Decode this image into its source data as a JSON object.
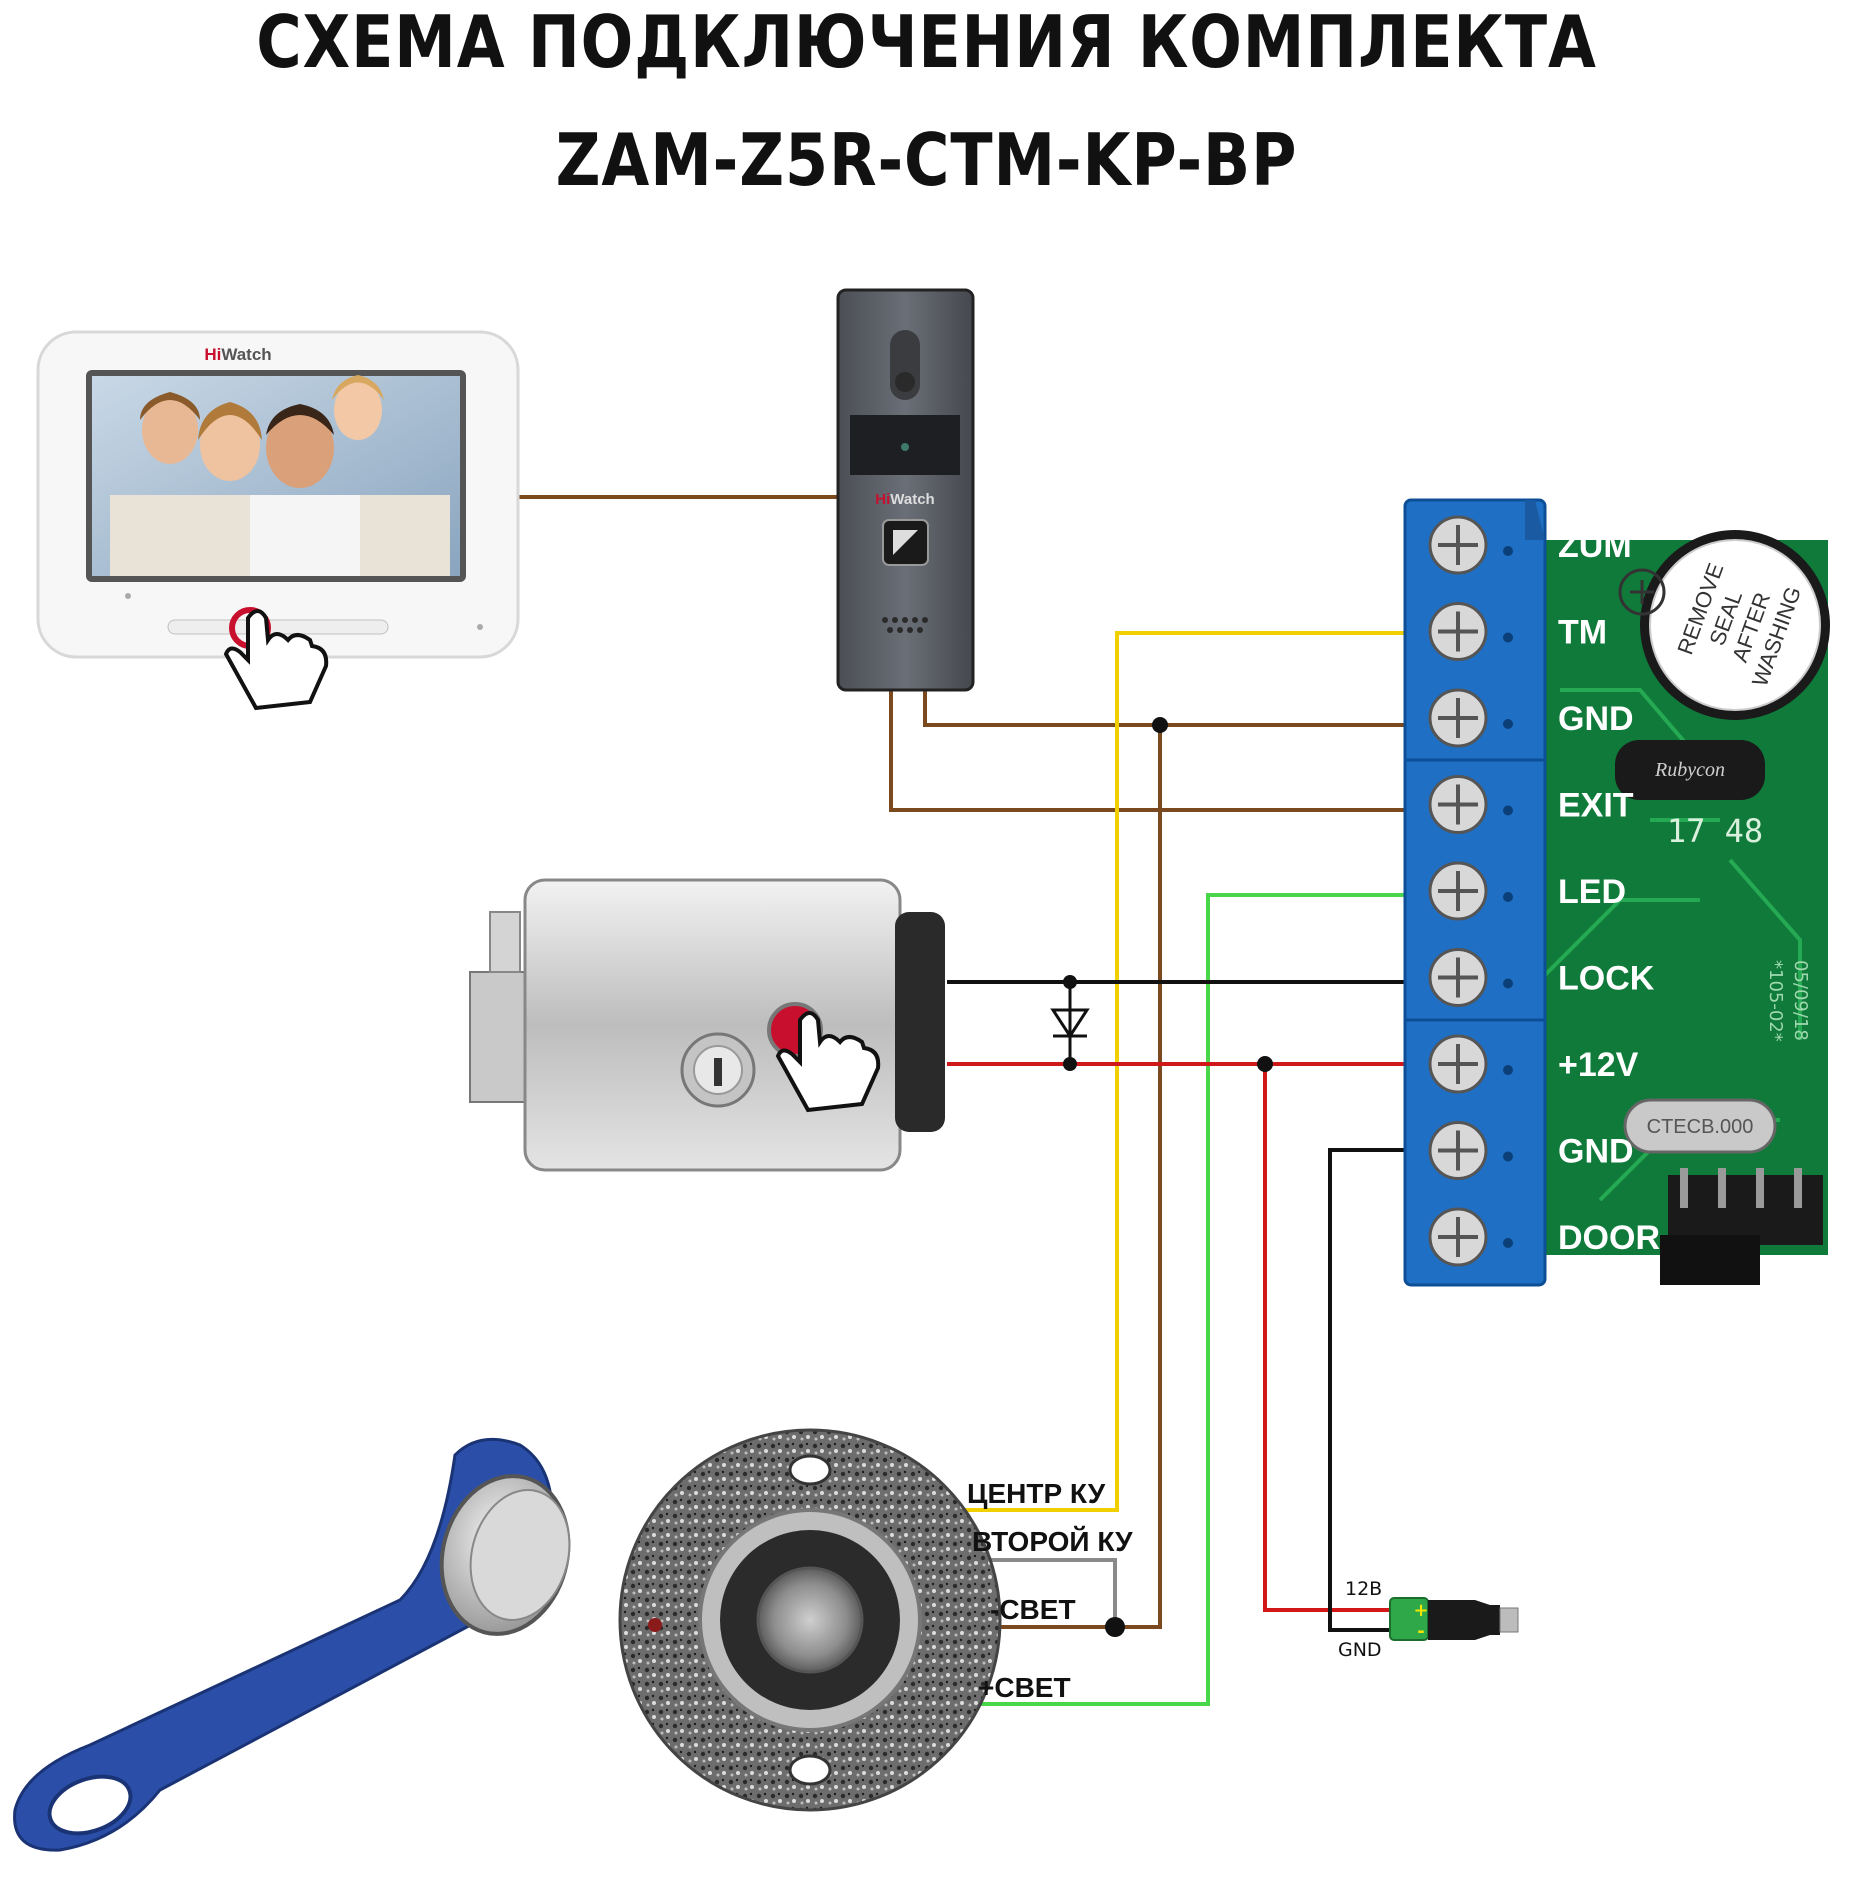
{
  "title": {
    "line1": "СХЕМА ПОДКЛЮЧЕНИЯ КОМПЛЕКТА",
    "line2": "ZAM-Z5R-CTM-KP-BP"
  },
  "monitor": {
    "brand_prefix": "Hi",
    "brand_suffix": "Watch"
  },
  "call_panel": {
    "brand_prefix": "Hi",
    "brand_suffix": "Watch"
  },
  "controller": {
    "terminals": [
      "ZUM",
      "TM",
      "GND",
      "EXIT",
      "LED",
      "LOCK",
      "+12V",
      "GND",
      "DOOR"
    ],
    "buzzer_text": [
      "REMOVE",
      "SEAL",
      "AFTER",
      "WASHING"
    ],
    "board_marks": [
      "17 48",
      "05/09/18",
      "*105-02*",
      "Rubycon",
      "CTECB.000"
    ]
  },
  "reader": {
    "wires": [
      "ЦЕНТР КУ",
      "ВТОРОЙ КУ",
      "-СВЕТ",
      "+СВЕТ"
    ]
  },
  "power_connector": {
    "plus_label": "12В",
    "minus_label": "GND",
    "plus_sign": "+",
    "minus_sign": "-"
  },
  "wire_colors": {
    "brown": "#7a4a1e",
    "yellow": "#f0d000",
    "green": "#49d64a",
    "black": "#111111",
    "red": "#d01818",
    "gray": "#8a8a8a"
  },
  "accent_colors": {
    "terminal_blue": "#1f6fc4",
    "board_green": "#0f7a3a",
    "fob_blue": "#2b4fa8",
    "button_red": "#c8102e"
  }
}
